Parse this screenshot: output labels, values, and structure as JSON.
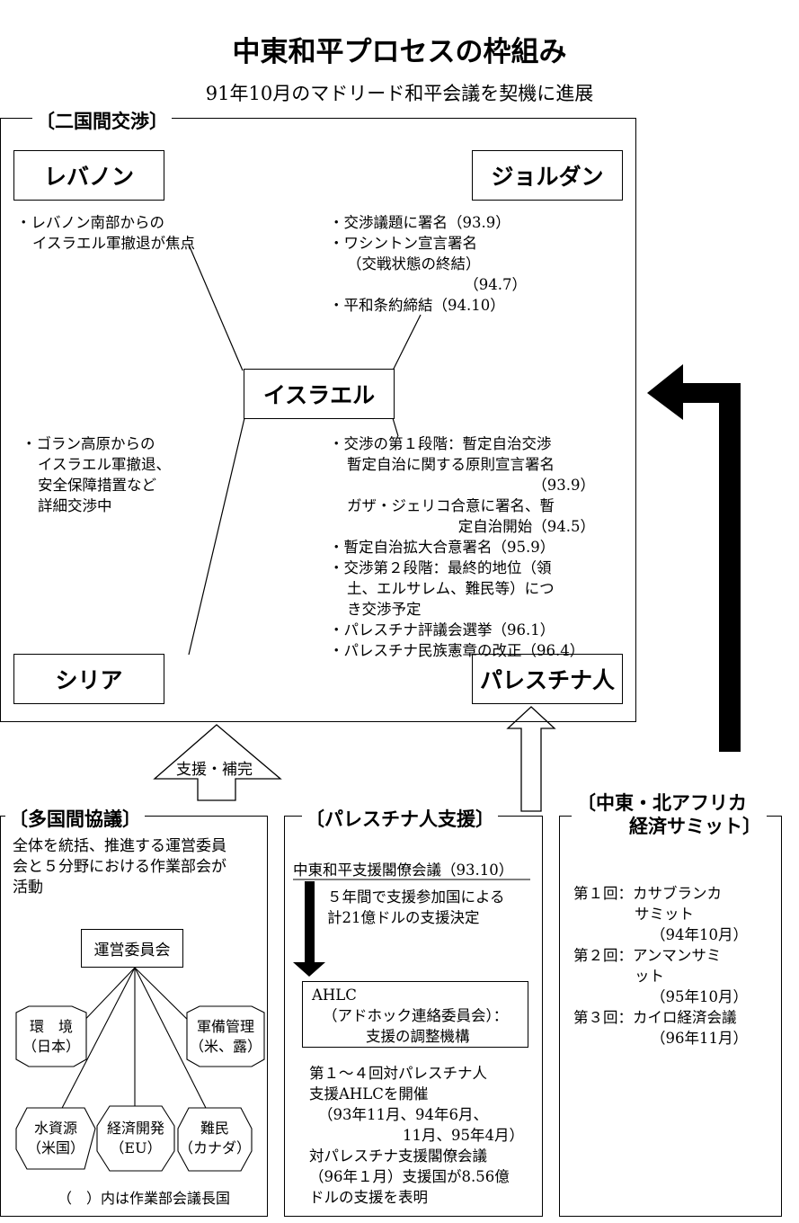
{
  "title": "中東和平プロセスの枠組み",
  "subtitle": "91年10月のマドリード和平会議を契機に進展",
  "bilateral": {
    "label": "〔二国間交渉〕",
    "nodes": {
      "lebanon": "レバノン",
      "jordan": "ジョルダン",
      "israel": "イスラエル",
      "syria": "シリア",
      "palestinians": "パレスチナ人"
    },
    "lebanon_notes": [
      "・レバノン南部からの",
      "イスラエル軍撤退が焦点"
    ],
    "jordan_notes": [
      "・交渉議題に署名（93.9）",
      "・ワシントン宣言署名",
      "（交戦状態の終結）",
      "（94.7）",
      "・平和条約締結（94.10）"
    ],
    "syria_notes": [
      "・ゴラン高原からの",
      "イスラエル軍撤退、",
      "安全保障措置など",
      "詳細交渉中"
    ],
    "palestine_notes": [
      "・交渉の第１段階：暫定自治交渉",
      "暫定自治に関する原則宣言署名",
      "（93.9）",
      "ガザ・ジェリコ合意に署名、暫",
      "定自治開始（94.5）",
      "・暫定自治拡大合意署名（95.9）",
      "・交渉第２段階：最終的地位（領",
      "土、エルサレム、難民等）につ",
      "き交渉予定",
      "・パレスチナ評議会選挙（96.1）",
      "・パレスチナ民族憲章の改正（96.4）"
    ]
  },
  "support_arrow_label": "支援・補完",
  "multilateral": {
    "label": "〔多国間協議〕",
    "description": [
      "全体を統括、推進する運営委員",
      "会と５分野における作業部会が",
      "活動"
    ],
    "steering": "運営委員会",
    "groups": [
      {
        "name": "環　境",
        "chair": "（日本）"
      },
      {
        "name": "軍備管理",
        "chair": "（米、露）"
      },
      {
        "name": "水資源",
        "chair": "（米国）"
      },
      {
        "name": "経済開発",
        "chair": "（EU）"
      },
      {
        "name": "難民",
        "chair": "（カナダ）"
      }
    ],
    "footnote": "（　）内は作業部会議長国"
  },
  "palestine_support": {
    "label": "〔パレスチナ人支援〕",
    "conference": "中東和平支援閣僚会議（93.10）",
    "decision": [
      "５年間で支援参加国による",
      "計21億ドルの支援決定"
    ],
    "ahlc": [
      "AHLC",
      "（アドホック連絡委員会）：",
      "支援の調整機構"
    ],
    "notes": [
      "第１～４回対パレスチナ人",
      "支援AHLCを開催",
      "（93年11月、94年6月、",
      "11月、95年4月）",
      "対パレスチナ支援閣僚会議",
      "（96年１月）支援国が8.56億",
      "ドルの支援を表明"
    ]
  },
  "summit": {
    "label": [
      "〔中東・北アフリカ",
      "経済サミット〕"
    ],
    "items": [
      {
        "no": "第１回：",
        "lines": [
          "カサブランカ",
          "サミット",
          "（94年10月）"
        ]
      },
      {
        "no": "第２回：",
        "lines": [
          "アンマンサミ",
          "ット",
          "（95年10月）"
        ]
      },
      {
        "no": "第３回：",
        "lines": [
          "カイロ経済会議",
          "（96年11月）"
        ]
      }
    ]
  }
}
